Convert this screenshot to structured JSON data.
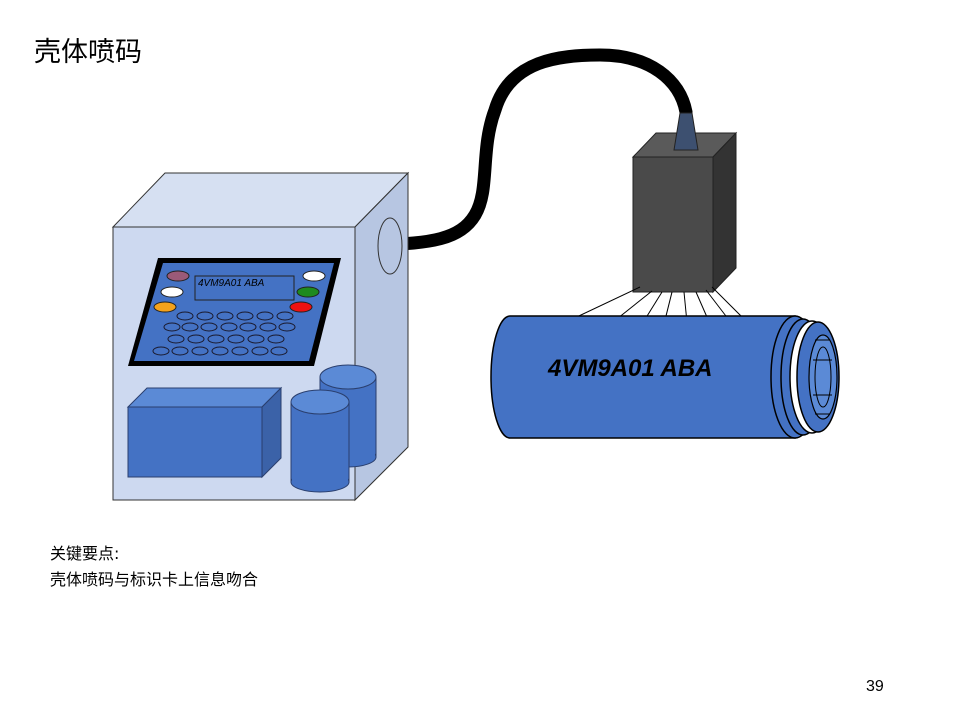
{
  "title": "壳体喷码",
  "screen_code": "4VM9A01 ABA",
  "product_code": "4VM9A01 ABA",
  "notes": {
    "heading": "关键要点:",
    "line1": "壳体喷码与标识卡上信息吻合"
  },
  "page_number": "39",
  "colors": {
    "cabinet_front": "#c9d6ee",
    "cabinet_side": "#b7c6e2",
    "panel_blue": "#4472c4",
    "printhead": "#4a4a4a",
    "cable": "#000000"
  },
  "icons": [
    "inkjet-printer-cabinet",
    "control-panel",
    "printhead",
    "cable",
    "motor-housing-cylinder"
  ]
}
